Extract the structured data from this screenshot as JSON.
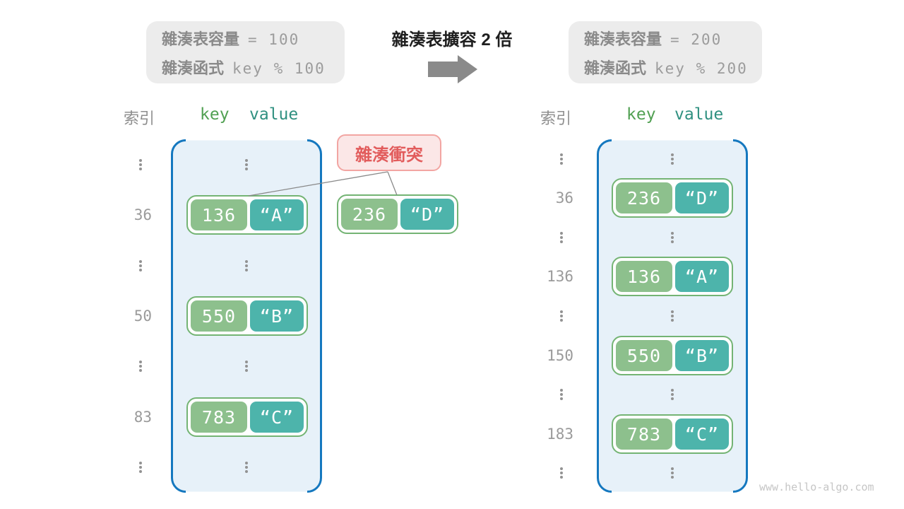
{
  "title": "雜湊表擴容 2 倍",
  "info_boxes": {
    "left": {
      "capacity_label": "雜湊表容量",
      "capacity_value": "= 100",
      "hash_label": "雜湊函式",
      "hash_value": "key % 100"
    },
    "right": {
      "capacity_label": "雜湊表容量",
      "capacity_value": "= 200",
      "hash_label": "雜湊函式",
      "hash_value": "key % 200"
    }
  },
  "collision": {
    "label": "雜湊衝突"
  },
  "floating_pair": {
    "key": "236",
    "value": "“D”"
  },
  "left_table": {
    "headers": {
      "index": "索引",
      "key": "key",
      "value": "value"
    },
    "rows": [
      {
        "type": "dots"
      },
      {
        "type": "pair",
        "index": "36",
        "key": "136",
        "value": "“A”"
      },
      {
        "type": "dots"
      },
      {
        "type": "pair",
        "index": "50",
        "key": "550",
        "value": "“B”"
      },
      {
        "type": "dots"
      },
      {
        "type": "pair",
        "index": "83",
        "key": "783",
        "value": "“C”"
      },
      {
        "type": "dots"
      }
    ]
  },
  "right_table": {
    "headers": {
      "index": "索引",
      "key": "key",
      "value": "value"
    },
    "rows": [
      {
        "type": "dots"
      },
      {
        "type": "pair",
        "index": "36",
        "key": "236",
        "value": "“D”"
      },
      {
        "type": "dots"
      },
      {
        "type": "pair",
        "index": "136",
        "key": "136",
        "value": "“A”"
      },
      {
        "type": "dots"
      },
      {
        "type": "pair",
        "index": "150",
        "key": "550",
        "value": "“B”"
      },
      {
        "type": "dots"
      },
      {
        "type": "pair",
        "index": "183",
        "key": "783",
        "value": "“C”"
      },
      {
        "type": "dots"
      }
    ]
  },
  "watermark": "www.hello-algo.com",
  "colors": {
    "bucket_fill": "#e7f1f9",
    "bucket_border": "#1578bf",
    "key_pill": "#8dc08d",
    "value_pill": "#4db4ab",
    "pair_border": "#74b474",
    "key_header": "#51a052",
    "value_header": "#2f9080",
    "collision_text": "#e25c5c",
    "collision_bg": "#fbe7e7",
    "collision_border": "#f2a5a2",
    "info_bg": "#ececec",
    "gray_text": "#9a9a9a",
    "arrow": "#8a8a8a"
  }
}
